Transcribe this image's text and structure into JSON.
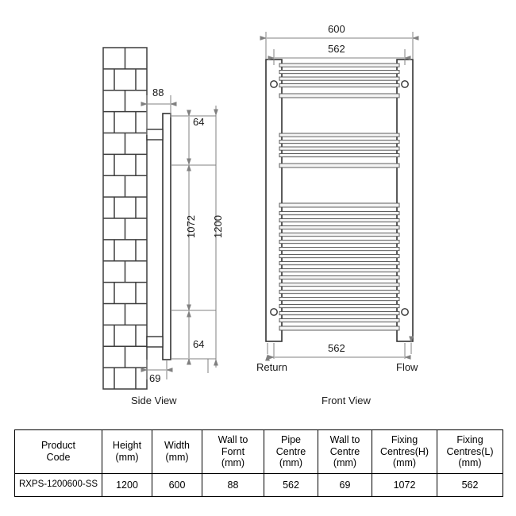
{
  "drawing": {
    "title_side": "Side View",
    "title_front": "Front View",
    "side_view": {
      "dims": {
        "wall_to_front": "88",
        "top_offset": "64",
        "bottom_offset": "64",
        "fixing_centres_h": "1072",
        "height": "1200",
        "wall_to_centre": "69"
      }
    },
    "front_view": {
      "dims": {
        "width_overall": "600",
        "width_inner": "562",
        "pipe_centre": "562"
      },
      "labels": {
        "return": "Return",
        "flow": "Flow"
      },
      "bar_count": 26,
      "hole_count": 4
    },
    "colors": {
      "line": "#000000",
      "dim_line": "#808080",
      "bar_fill": "#f2f2f2",
      "bar_stroke": "#4d4d4d",
      "brick_stroke": "#404040",
      "rail_fill": "#ffffff"
    }
  },
  "table": {
    "headers": [
      {
        "l1": "Product",
        "l2": "Code",
        "l3": ""
      },
      {
        "l1": "Height",
        "l2": "(mm)",
        "l3": ""
      },
      {
        "l1": "Width",
        "l2": "(mm)",
        "l3": ""
      },
      {
        "l1": "Wall to",
        "l2": "Fornt",
        "l3": "(mm)"
      },
      {
        "l1": "Pipe",
        "l2": "Centre",
        "l3": "(mm)"
      },
      {
        "l1": "Wall to",
        "l2": "Centre",
        "l3": "(mm)"
      },
      {
        "l1": "Fixing",
        "l2": "Centres(H)",
        "l3": "(mm)"
      },
      {
        "l1": "Fixing",
        "l2": "Centres(L)",
        "l3": "(mm)"
      }
    ],
    "rows": [
      {
        "product_code": "RXPS-1200600-SS",
        "height": "1200",
        "width": "600",
        "wall_to_front": "88",
        "pipe_centre": "562",
        "wall_to_centre": "69",
        "fixing_centres_h": "1072",
        "fixing_centres_l": "562"
      }
    ]
  }
}
